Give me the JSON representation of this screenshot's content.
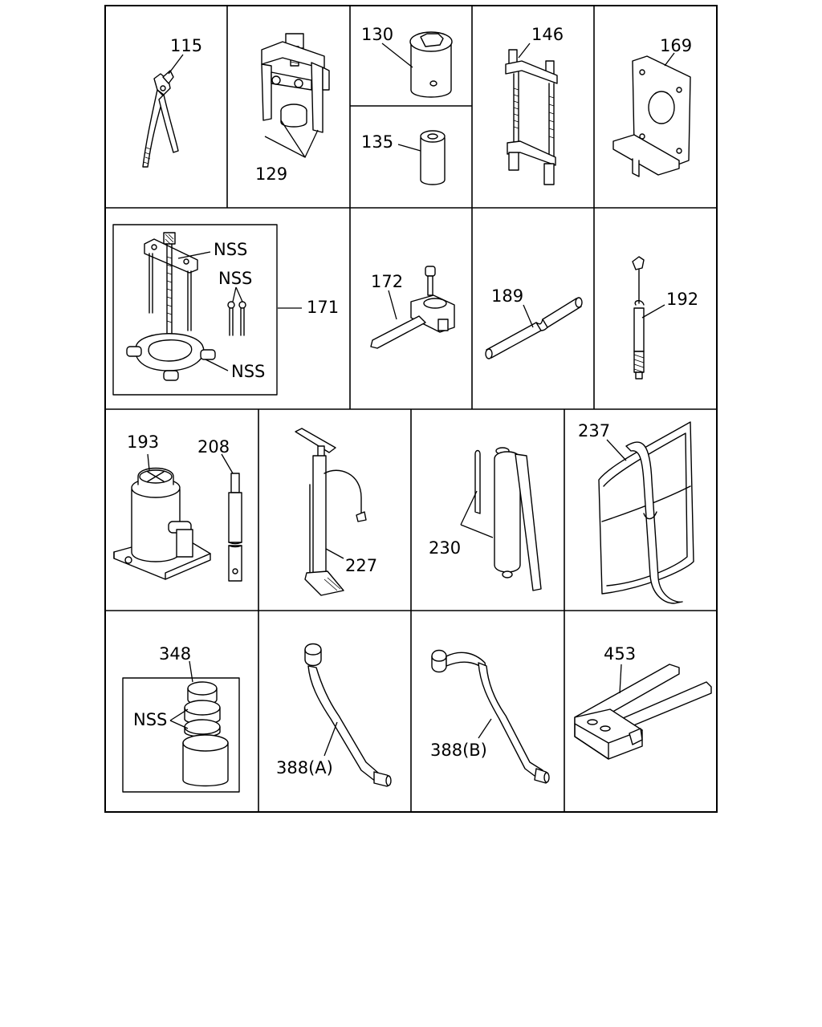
{
  "labels": {
    "p115": "115",
    "p129": "129",
    "p130": "130",
    "p135": "135",
    "p146": "146",
    "p169": "169",
    "p171": "171",
    "p171_nss_a": "NSS",
    "p171_nss_b": "NSS",
    "p171_nss_c": "NSS",
    "p172": "172",
    "p189": "189",
    "p192": "192",
    "p193": "193",
    "p208": "208",
    "p227": "227",
    "p230": "230",
    "p237": "237",
    "p348": "348",
    "p348_nss": "NSS",
    "p388a": "388(A)",
    "p388b": "388(B)",
    "p453": "453"
  },
  "icons": {
    "pliers": "pliers-icon",
    "puller": "gear-puller-icon",
    "hex_socket": "hex-socket-icon",
    "sleeve": "sleeve-icon",
    "spring_compressor": "spring-compressor-icon",
    "bracket": "mounting-bracket-icon",
    "bearing_puller_set": "bearing-puller-icon",
    "lever_tool": "lever-tool-icon",
    "rod": "rod-icon",
    "gauge": "probe-gauge-icon",
    "jack": "bottle-jack-icon",
    "jack_handle": "jack-handle-icon",
    "tire_pump": "tire-pump-icon",
    "grease_gun": "grease-gun-icon",
    "tool_bag": "tool-bag-icon",
    "adapter_set": "adapter-set-icon",
    "wrench_a": "wrench-a-icon",
    "wrench_b": "wrench-b-icon",
    "gauge_plate": "gauge-plate-icon"
  }
}
